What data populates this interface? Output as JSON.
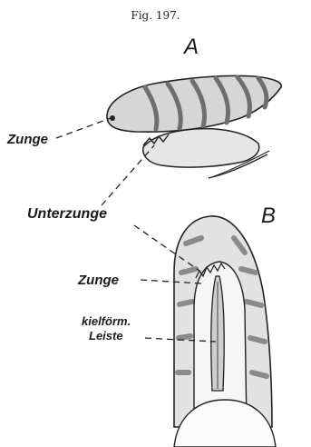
{
  "figure": {
    "caption": "Fig. 197.",
    "panel_a": "A",
    "panel_b": "B",
    "labels": {
      "zunge_a": "Zunge",
      "unterzunge": "Unterzunge",
      "zunge_b": "Zunge",
      "kielform_line1": "kielförm.",
      "kielform_line2": "Leiste"
    }
  }
}
